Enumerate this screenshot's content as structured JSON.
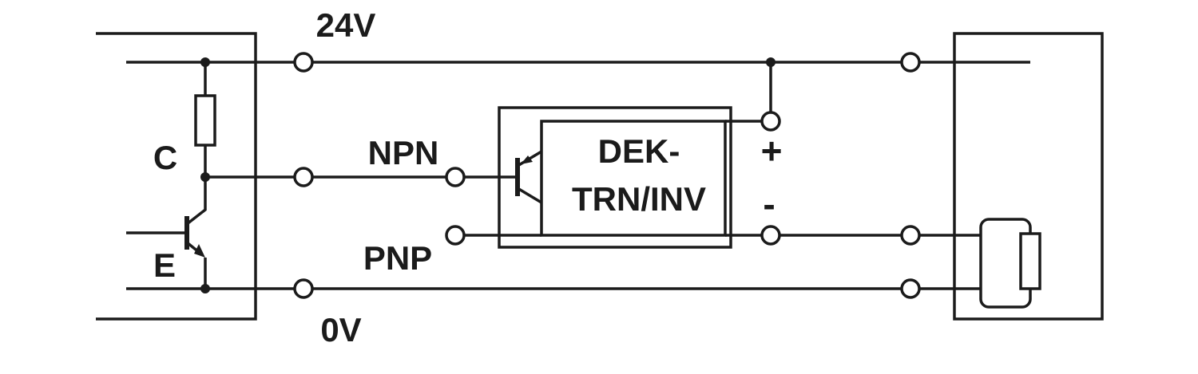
{
  "colors": {
    "line": "#1b1b1b",
    "background": "#ffffff"
  },
  "labels": {
    "rail_24v": "24V",
    "rail_0v": "0V",
    "npn": "NPN",
    "pnp": "PNP",
    "module_name_line1": "DEK-",
    "module_name_line2": "TRN/INV",
    "terminal_plus": "+",
    "terminal_minus": "-",
    "transistor_collector": "C",
    "transistor_emitter": "E"
  }
}
